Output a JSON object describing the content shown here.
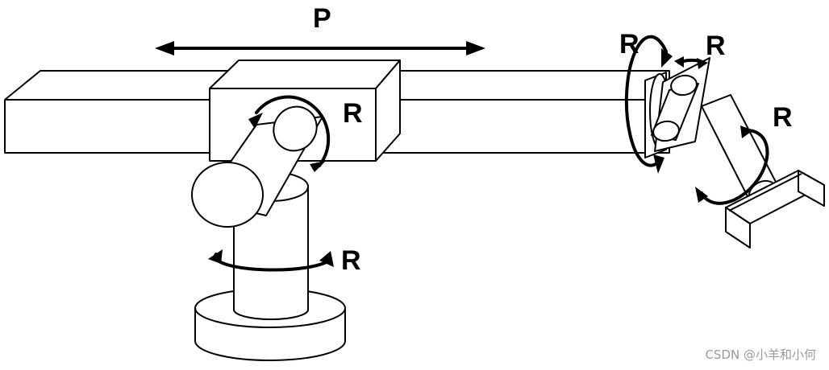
{
  "labels": {
    "prismatic": "P",
    "rotary_base": "R",
    "rotary_shoulder": "R",
    "rotary_wrist_a": "R",
    "rotary_wrist_b": "R",
    "rotary_wrist_c": "R"
  },
  "watermark": "CSDN @小羊和小何"
}
